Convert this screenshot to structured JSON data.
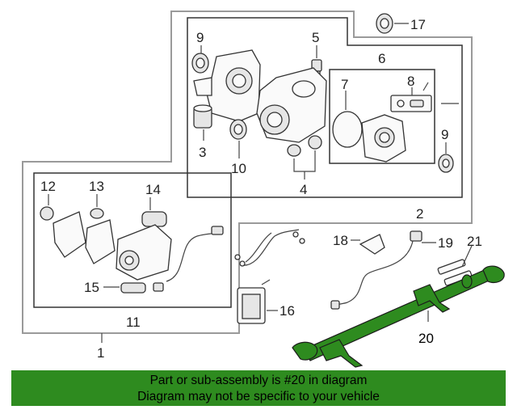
{
  "callouts": {
    "c1": "1",
    "c2": "2",
    "c3": "3",
    "c4": "4",
    "c5": "5",
    "c6": "6",
    "c7": "7",
    "c8": "8",
    "c9a": "9",
    "c9b": "9",
    "c10": "10",
    "c11": "11",
    "c12": "12",
    "c13": "13",
    "c14": "14",
    "c15": "15",
    "c16": "16",
    "c17": "17",
    "c18": "18",
    "c19": "19",
    "c20": "20",
    "c21": "21"
  },
  "highlight_color": "#2e8b1f",
  "footer": {
    "line1": "Part or sub-assembly is #20 in diagram",
    "line2": "Diagram may not be specific to your vehicle"
  }
}
